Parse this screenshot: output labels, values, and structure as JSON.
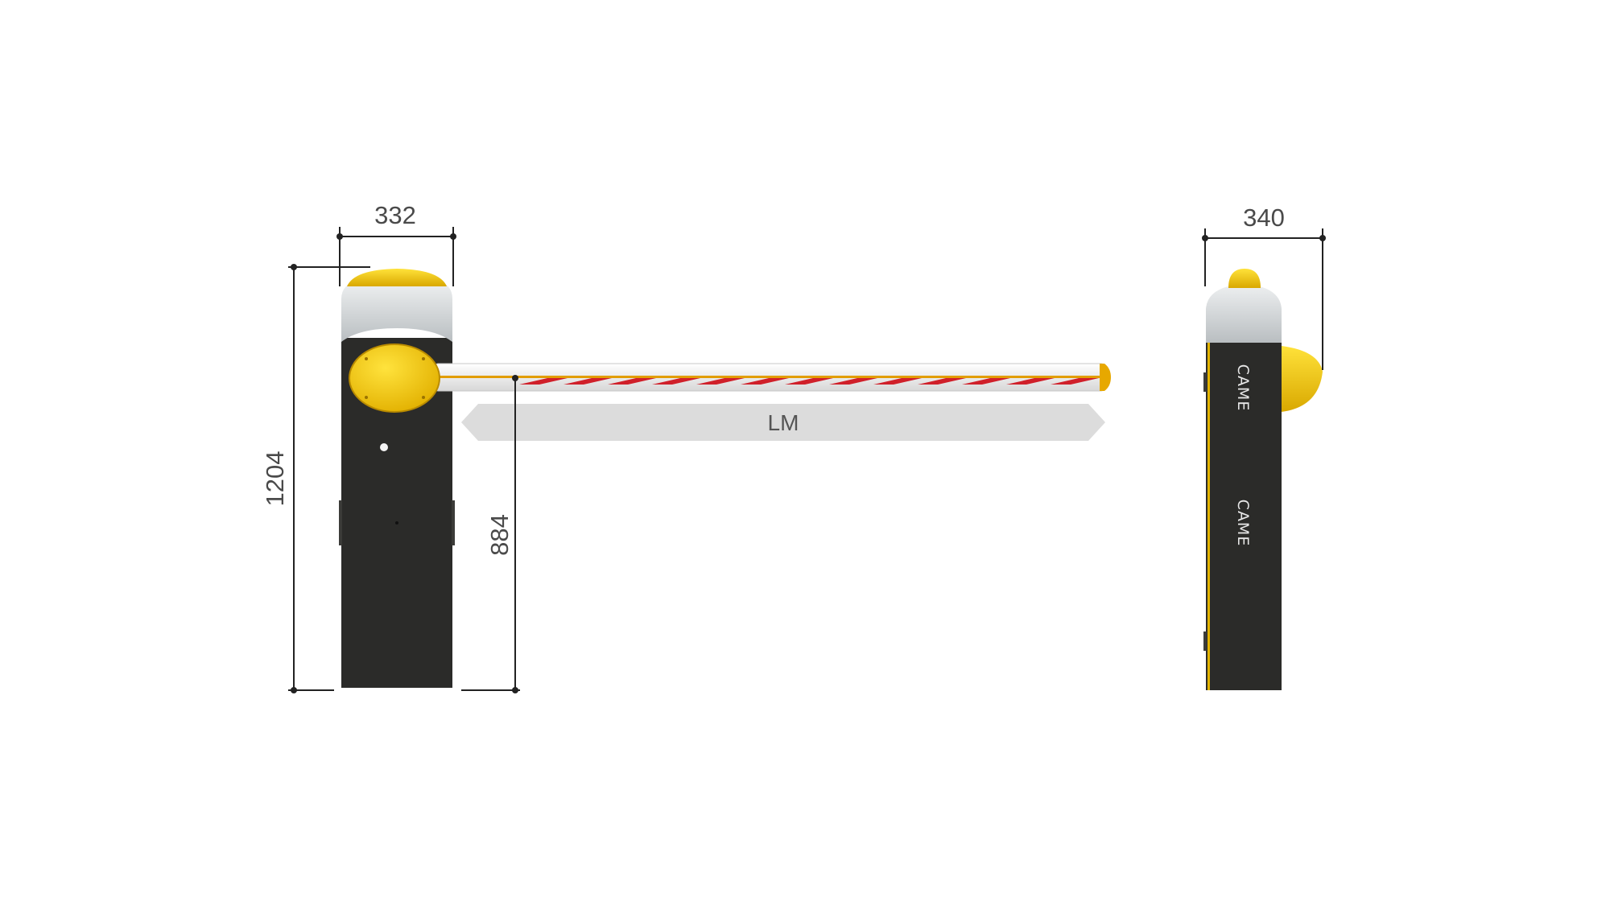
{
  "dimensions": {
    "front_width": "332",
    "side_width": "340",
    "total_height": "1204",
    "boom_height": "884",
    "boom_length": "LM"
  },
  "brand": {
    "upper": "CAME",
    "lower": "CAME"
  },
  "colors": {
    "cabinet": "#2b2b29",
    "cover": "#d4d8da",
    "lamp": "#f2c500",
    "stripe_red": "#d0202a",
    "dimension_line": "#222222",
    "lm_arrow": "#dcdcdc"
  }
}
